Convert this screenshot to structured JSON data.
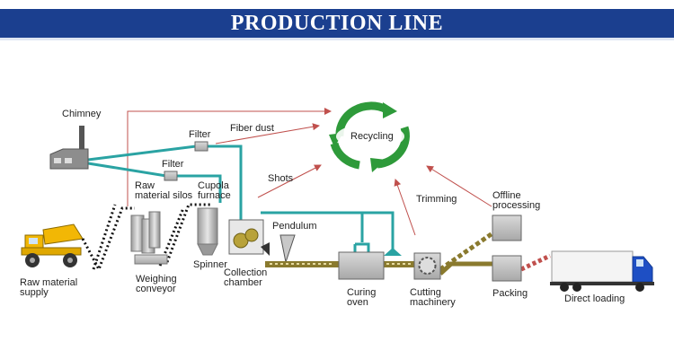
{
  "header": {
    "title": "PRODUCTION LINE"
  },
  "diagram": {
    "recycling": "Recycling",
    "labels": {
      "chimney": "Chimney",
      "filter_top": "Filter",
      "fiber_dust": "Fiber dust",
      "filter_mid": "Filter",
      "raw_material_silos_1": "Raw",
      "raw_material_silos_2": "material silos",
      "cupola_furnace_1": "Cupola",
      "cupola_furnace_2": "furnace",
      "shots": "Shots",
      "trimming": "Trimming",
      "offline_processing_1": "Offline",
      "offline_processing_2": "processing",
      "pendulum": "Pendulum",
      "raw_material_supply_1": "Raw material",
      "raw_material_supply_2": "supply",
      "weighing_conveyor_1": "Weighing",
      "weighing_conveyor_2": "conveyor",
      "spinner": "Spinner",
      "collection_chamber_1": "Collection",
      "collection_chamber_2": "chamber",
      "curing_oven_1": "Curing",
      "curing_oven_2": "oven",
      "cutting_machinery_1": "Cutting",
      "cutting_machinery_2": "machinery",
      "packing": "Packing",
      "direct_loading": "Direct loading"
    },
    "colors": {
      "banner": "#1b3f8f",
      "pipe": "#2aa3a3",
      "arrow": "#c0504d",
      "conveyor": "#8a7a2e",
      "truck_yellow": "#f2b705",
      "lorry_blue": "#1e4fc4",
      "recycle_green": "#2e9a3a"
    }
  }
}
